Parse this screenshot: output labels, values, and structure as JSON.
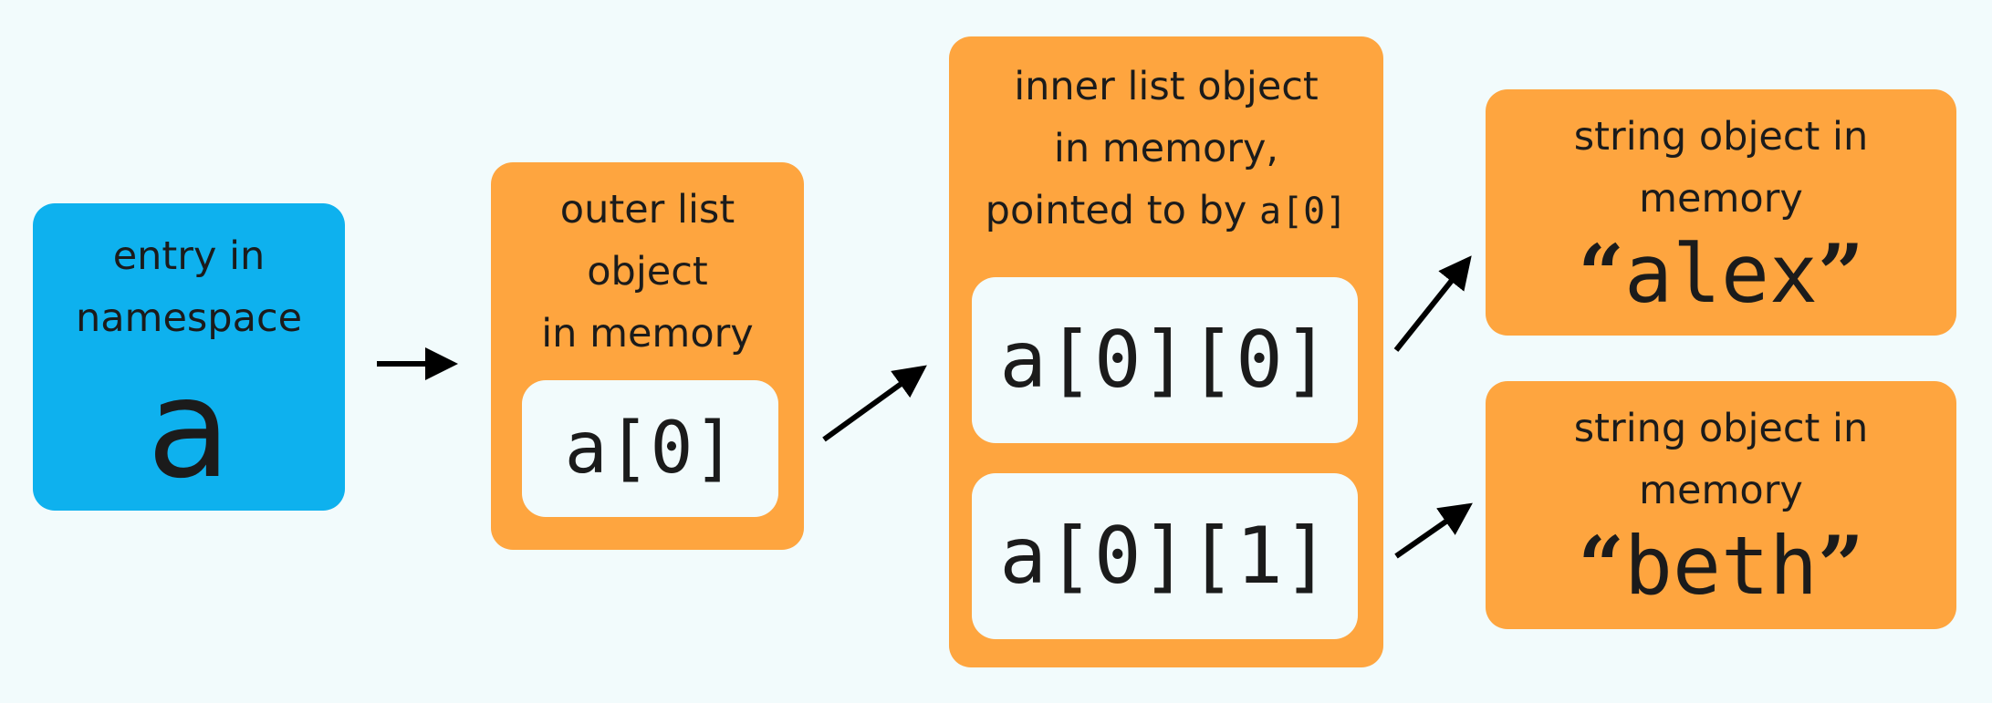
{
  "namespace_box": {
    "caption_line1": "entry in",
    "caption_line2": "namespace",
    "name": "a"
  },
  "outer_list_box": {
    "caption_line1": "outer list",
    "caption_line2": "object",
    "caption_line3": "in memory",
    "element": "a[0]"
  },
  "inner_list_box": {
    "caption_line1": "inner list object",
    "caption_line2": "in memory,",
    "caption_line3_prefix": "pointed to by ",
    "caption_line3_code": "a[0]",
    "elements": [
      "a[0][0]",
      "a[0][1]"
    ]
  },
  "string_boxes": [
    {
      "caption_line1": "string object in",
      "caption_line2": "memory",
      "open_quote": "“",
      "value": "alex",
      "close_quote": "”"
    },
    {
      "caption_line1": "string object in",
      "caption_line2": "memory",
      "open_quote": "“",
      "value": "beth",
      "close_quote": "”"
    }
  ],
  "colors": {
    "namespace_box": "#0eb1ee",
    "object_box": "#fea53f",
    "cell": "#f2fbfc",
    "background": "#f2fbfc",
    "arrow": "#000000"
  }
}
